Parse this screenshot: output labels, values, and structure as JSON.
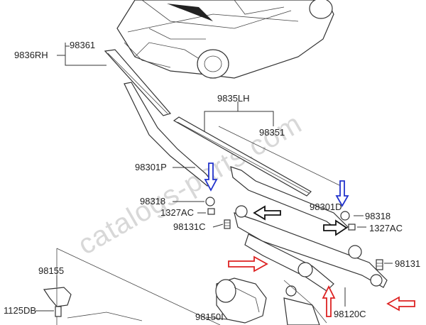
{
  "watermark": "catalogs-parts.com",
  "labels": {
    "p98361": "98361",
    "p9836RH": "9836RH",
    "p9835LH": "9835LH",
    "p98351": "98351",
    "p98301P": "98301P",
    "p98318a": "98318",
    "p1327ACa": "1327AC",
    "p98131C": "98131C",
    "p98301D": "98301D",
    "p98318b": "98318",
    "p1327ACb": "1327AC",
    "p98131": "98131",
    "p98155": "98155",
    "p1125DB": "1125DB",
    "p98150I": "98150I",
    "p98120C": "98120C"
  },
  "arrow_colors": {
    "blue": "#2233cc",
    "black": "#111111",
    "red": "#dd2222"
  }
}
